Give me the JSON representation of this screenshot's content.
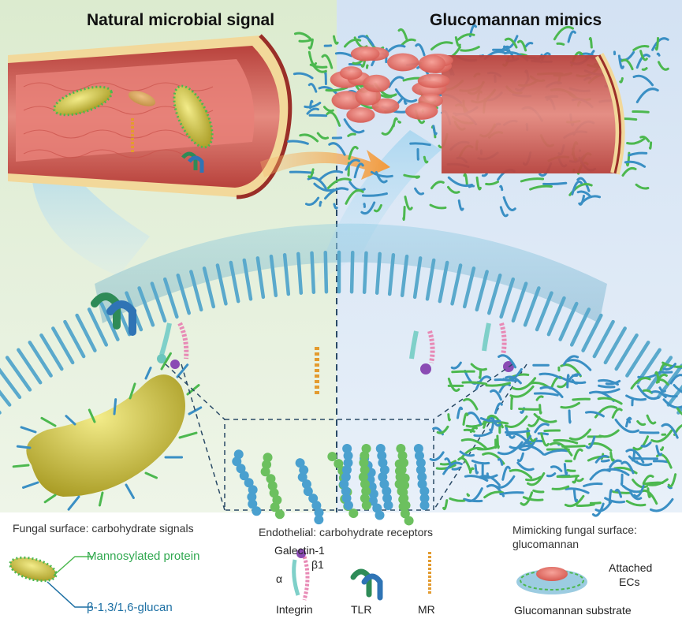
{
  "titles": {
    "left": "Natural microbial signal",
    "right": "Glucomannan mimics"
  },
  "legend": {
    "fungal": {
      "heading": "Fungal surface: carbohydrate signals",
      "mannosylated": "Mannosylated protein",
      "glucan": "β-1,3/1,6-glucan"
    },
    "endothelial": {
      "heading": "Endothelial: carbohydrate receptors",
      "galectin": "Galectin-1",
      "alpha": "α",
      "beta": "β1",
      "integrin": "Integrin",
      "tlr": "TLR",
      "mr": "MR"
    },
    "mimic": {
      "heading_line1": "Mimicking fungal surface:",
      "heading_line2": "glucomannan",
      "attached_line1": "Attached",
      "attached_line2": "ECs",
      "substrate": "Glucomannan substrate"
    }
  },
  "colors": {
    "left_bg": "#e3efd9",
    "right_bg": "#dde8f5",
    "vessel": "#d9625a",
    "membrane": "#6fb8d6",
    "fungus": "#cfc23a",
    "green": "#4cb84f",
    "blue": "#3a8fc4",
    "arrow": "#f39a3c",
    "dash": "#2a4a66"
  }
}
